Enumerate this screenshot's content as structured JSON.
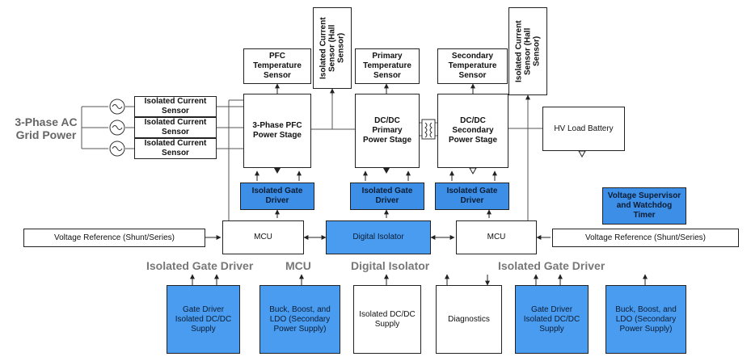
{
  "grid": {
    "label": "3-Phase AC\nGrid Power"
  },
  "sensors": {
    "isolated_current_1": "Isolated Current\nSensor",
    "isolated_current_2": "Isolated Current\nSensor",
    "isolated_current_3": "Isolated Current\nSensor",
    "pfc_temp": "PFC\nTemperature\nSensor",
    "primary_temp": "Primary\nTemperature\nSensor",
    "secondary_temp": "Secondary\nTemperature\nSensor",
    "hall_1": "Isolated Current\nSensor (Hall\nSensor)",
    "hall_2": "Isolated Current\nSensor (Hall\nSensor)"
  },
  "stages": {
    "pfc": "3-Phase PFC\nPower Stage",
    "dcdc_primary": "DC/DC\nPrimary\nPower Stage",
    "dcdc_secondary": "DC/DC\nSecondary\nPower Stage",
    "hv_load": "HV Load Battery"
  },
  "drivers": {
    "gate_1": "Isolated Gate\nDriver",
    "gate_2": "Isolated Gate\nDriver",
    "gate_3": "Isolated Gate\nDriver",
    "voltage_supervisor": "Voltage Supervisor\nand Watchdog\nTimer"
  },
  "control": {
    "vref_left": "Voltage Reference (Shunt/Series)",
    "mcu_left": "MCU",
    "digital_isolator": "Digital Isolator",
    "mcu_right": "MCU",
    "vref_right": "Voltage Reference (Shunt/Series)"
  },
  "section_titles": {
    "isolated_gate_driver_left": "Isolated Gate Driver",
    "mcu": "MCU",
    "digital_isolator": "Digital Isolator",
    "isolated_gate_driver_right": "Isolated Gate Driver"
  },
  "supplies": {
    "gate_driver_left": "Gate Driver\nIsolated DC/DC\nSupply",
    "buck_boost_left": "Buck, Boost, and\nLDO (Secondary\nPower Supply)",
    "isolated_dcdc": "Isolated DC/DC\nSupply",
    "diagnostics": "Diagnostics",
    "gate_driver_right": "Gate Driver\nIsolated DC/DC\nSupply",
    "buck_boost_right": "Buck, Boost, and\nLDO (Secondary\nPower Supply)"
  }
}
